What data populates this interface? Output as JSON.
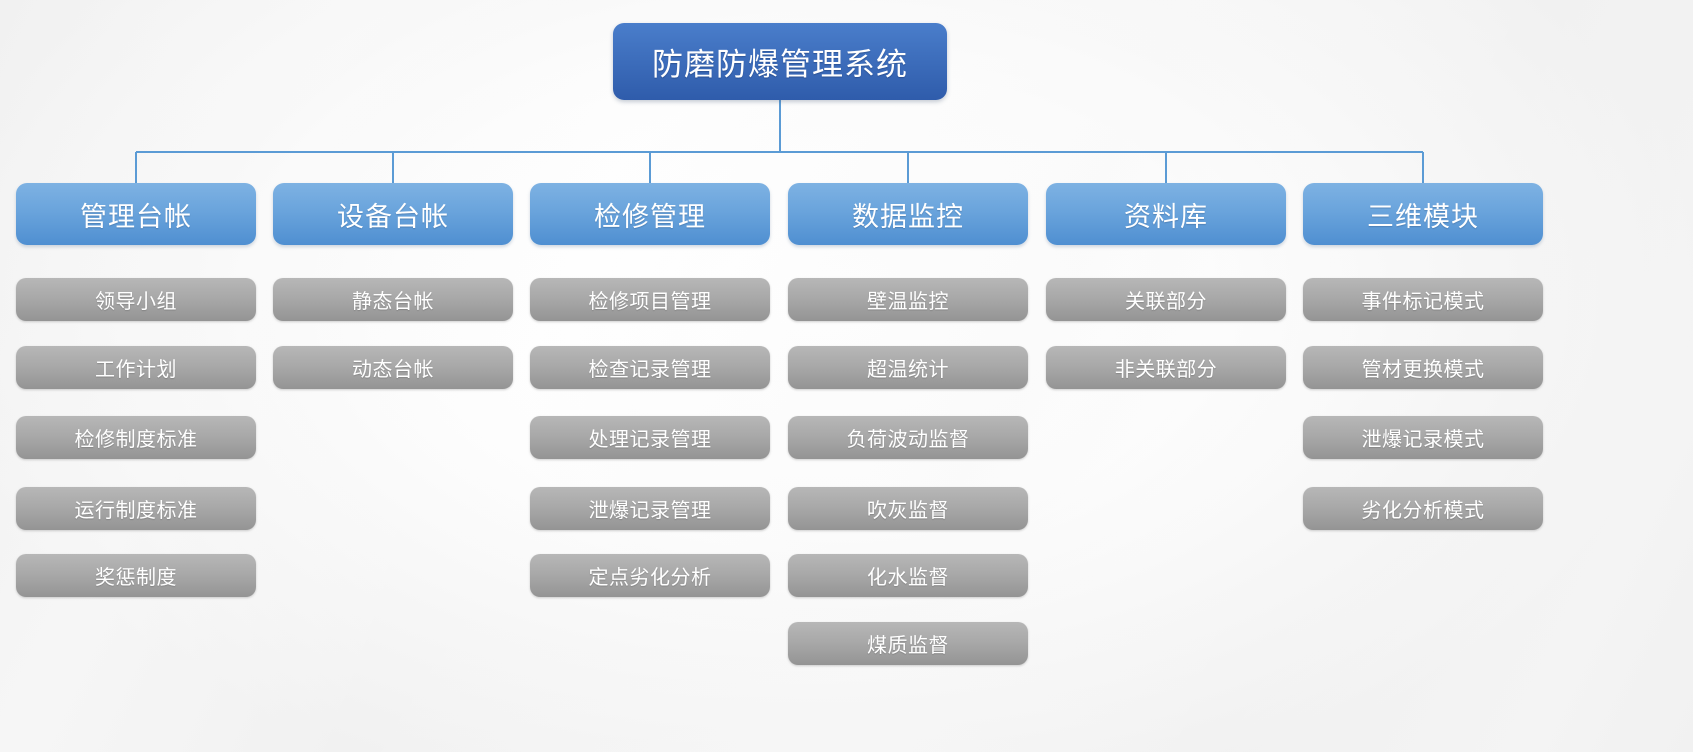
{
  "diagram": {
    "title": "防磨防爆管理系统",
    "root": {
      "label": "防磨防爆管理系统"
    },
    "colors": {
      "root_fill": "#3f70be",
      "category_fill": "#6aa4dc",
      "child_fill": "#a8a8a8",
      "connector_line": "#5b9bd5",
      "label_text": "#ffffff",
      "background": "#f7f7f7"
    },
    "columns": [
      {
        "header": "管理台帐",
        "children": [
          "领导小组",
          "工作计划",
          "检修制度标准",
          "运行制度标准",
          "奖惩制度"
        ]
      },
      {
        "header": "设备台帐",
        "children": [
          "静态台帐",
          "动态台帐"
        ]
      },
      {
        "header": "检修管理",
        "children": [
          "检修项目管理",
          "检查记录管理",
          "处理记录管理",
          "泄爆记录管理",
          "定点劣化分析"
        ]
      },
      {
        "header": "数据监控",
        "children": [
          "壁温监控",
          "超温统计",
          "负荷波动监督",
          "吹灰监督",
          "化水监督",
          "煤质监督"
        ]
      },
      {
        "header": "资料库",
        "children": [
          "关联部分",
          "非关联部分"
        ]
      },
      {
        "header": "三维模块",
        "children": [
          "事件标记模式",
          "管材更换模式",
          "泄爆记录模式",
          "劣化分析模式"
        ]
      }
    ]
  }
}
